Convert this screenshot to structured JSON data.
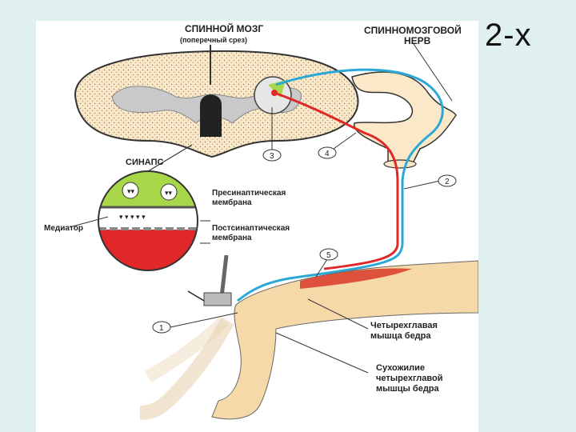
{
  "slide": {
    "title": "2-х"
  },
  "diagram": {
    "spinal_cord_title": "СПИННОЙ МОЗГ",
    "spinal_cord_subtitle": "(поперечный срез)",
    "nerve_label_line1": "СПИННОМОЗГОВОЙ",
    "nerve_label_line2": "НЕРВ",
    "synapse_label": "СИНАПС",
    "presynaptic_line1": "Пресинаптическая",
    "presynaptic_line2": "мембрана",
    "postsynaptic_line1": "Постсинаптическая",
    "postsynaptic_line2": "мембрана",
    "mediator_label": "Медиатор",
    "quadriceps_line1": "Четырехглавая",
    "quadriceps_line2": "мышца бедра",
    "tendon_line1": "Сухожилие",
    "tendon_line2": "четырехглавой",
    "tendon_line3": "мышцы бедра",
    "markers": [
      "1",
      "2",
      "3",
      "4",
      "5"
    ]
  },
  "colors": {
    "background": "#dff0ee",
    "panel": "#ffffff",
    "cord_fill": "#fbe8c8",
    "gray_matter": "#c9c9c9",
    "sensory_fiber": "#2aa8d8",
    "motor_fiber": "#e02828",
    "synapse_green": "#a8d84a",
    "muscle_red": "#d93a2a"
  }
}
